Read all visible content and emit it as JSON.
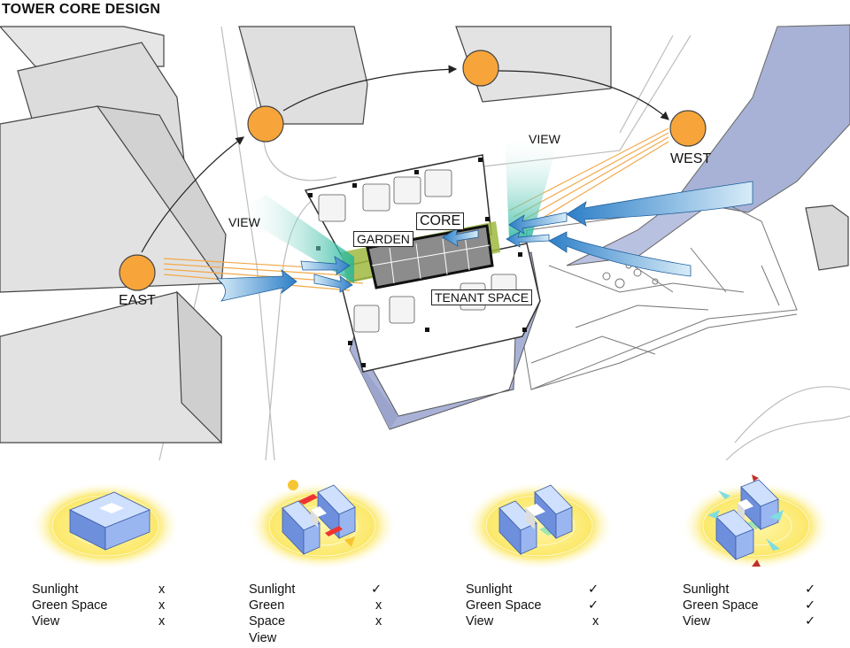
{
  "title": "TOWER CORE DESIGN",
  "labels": {
    "east": "EAST",
    "west": "WEST",
    "view_left": "VIEW",
    "view_top": "VIEW",
    "garden": "GARDEN",
    "core": "CORE",
    "tenant_space": "TENANT SPACE"
  },
  "options": [
    {
      "rows": [
        {
          "label": "Sunlight",
          "mark": "x"
        },
        {
          "label": "Green Space",
          "mark": "x"
        },
        {
          "label": "View",
          "mark": "x"
        }
      ]
    },
    {
      "rows": [
        {
          "label": "Sunlight",
          "mark": "✓"
        },
        {
          "label": "Green",
          "mark": "x"
        },
        {
          "label": "Space\nView",
          "mark": "x"
        }
      ]
    },
    {
      "rows": [
        {
          "label": "Sunlight",
          "mark": "✓"
        },
        {
          "label": "Green Space",
          "mark": "✓"
        },
        {
          "label": "View",
          "mark": "x"
        }
      ]
    },
    {
      "rows": [
        {
          "label": "Sunlight",
          "mark": "✓"
        },
        {
          "label": "Green Space",
          "mark": "✓"
        },
        {
          "label": "View",
          "mark": "✓"
        }
      ]
    }
  ],
  "colors": {
    "sun": "#f7a53a",
    "tower": "#a9b3d6",
    "building": "#e4e4e4",
    "arrow": "#4a8fd0",
    "view_cone": "#2bbf9f",
    "garden": "#9fb93f"
  }
}
